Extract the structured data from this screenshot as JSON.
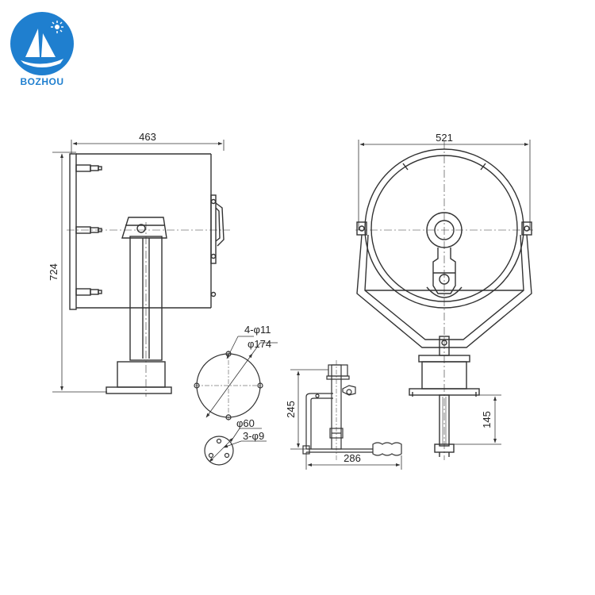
{
  "brand": {
    "name": "BOZHOU",
    "color": "#1f7fcf",
    "logo_icon": "sail-boat-logo-icon"
  },
  "colors": {
    "line": "#333333",
    "background": "#ffffff"
  },
  "dimensions": {
    "side_width": "463",
    "side_height": "724",
    "front_width": "521",
    "flange_holes": "4-φ11",
    "flange_diameter": "φ174",
    "small_flange_diameter": "φ60",
    "small_flange_holes": "3-φ9",
    "handle_height": "245",
    "handle_length": "286",
    "shaft_length": "145"
  }
}
